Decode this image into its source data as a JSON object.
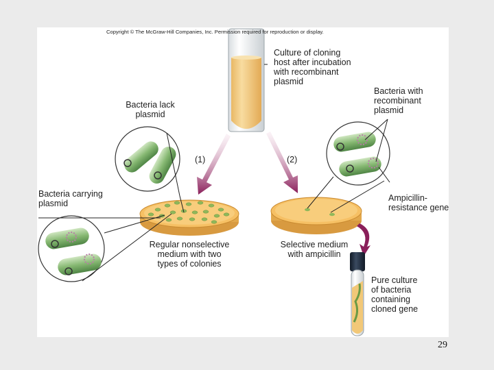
{
  "copyright": "Copyright © The McGraw-Hill Companies, Inc. Permission required for reproduction or display.",
  "labels": {
    "culture": "Culture of cloning\nhost after incubation\nwith recombinant\nplasmid",
    "lack": "Bacteria lack\nplasmid",
    "with_recombinant": "Bacteria with\nrecombinant\nplasmid",
    "carrying": "Bacteria carrying\nplasmid",
    "amp_gene": "Ampicillin-\nresistance gene",
    "step1": "(1)",
    "step2": "(2)",
    "nonselective": "Regular nonselective\nmedium with two\ntypes of colonies",
    "selective": "Selective medium\nwith ampicillin",
    "pure": "Pure culture\nof bacteria\ncontaining\ncloned gene"
  },
  "slide_number": "29",
  "colors": {
    "broth": "#f2c878",
    "agar": "#f6c064",
    "colony": "#8fb85a",
    "bacterium": "#7fb06a",
    "arrow": "#8a1f5a",
    "cap": "#1f2a3a"
  }
}
